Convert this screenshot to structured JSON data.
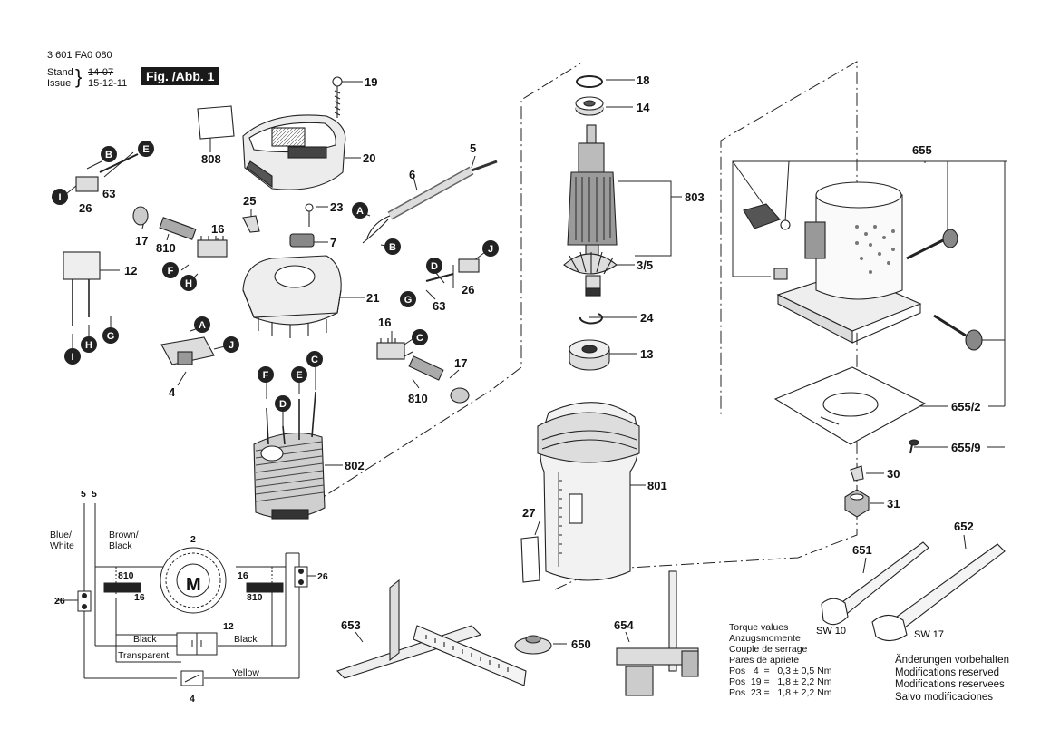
{
  "header": {
    "doc_number": "3 601 FA0 080",
    "stand_label": "Stand",
    "issue_label": "Issue",
    "stand_date_old": "14-07",
    "issue_date": "15-12-11",
    "fig_label": "Fig. /Abb. 1"
  },
  "part_numbers": {
    "p18": "18",
    "p14": "14",
    "p19": "19",
    "p20": "20",
    "p808": "808",
    "p5": "5",
    "p6": "6",
    "p803": "803",
    "p3_5": "3/5",
    "p655": "655",
    "p63a": "63",
    "p26a": "26",
    "p25": "25",
    "p23": "23",
    "p7": "7",
    "p16a": "16",
    "p17a": "17",
    "p810a": "810",
    "p12": "12",
    "p21": "21",
    "p63b": "63",
    "p26b": "26",
    "p24": "24",
    "p13": "13",
    "p16b": "16",
    "p4": "4",
    "p17b": "17",
    "p810b": "810",
    "p655_2": "655/2",
    "p655_9": "655/9",
    "p802": "802",
    "p801": "801",
    "p27": "27",
    "p30": "30",
    "p31": "31",
    "p652": "652",
    "p651": "651",
    "p653": "653",
    "p650": "650",
    "p654": "654"
  },
  "callouts": {
    "B1": "B",
    "E1": "E",
    "I1": "I",
    "A1": "A",
    "B2": "B",
    "F1": "F",
    "H1": "H",
    "D1": "D",
    "J1": "J",
    "G1": "G",
    "A2": "A",
    "J2": "J",
    "I2": "I",
    "H2": "H",
    "G2": "G",
    "C1": "C",
    "F2": "F",
    "E2": "E",
    "C2": "C",
    "D2": "D"
  },
  "wiring": {
    "top5a": "5",
    "top5b": "5",
    "blue_white": "Blue/\nWhite",
    "brown_black": "Brown/\nBlack",
    "num2": "2",
    "motor": "M",
    "l810": "810",
    "l16": "16",
    "r16": "16",
    "r810": "810",
    "left26": "26",
    "right26": "26",
    "num12": "12",
    "black_left": "Black",
    "black_right": "Black",
    "transparent": "Transparent",
    "yellow": "Yellow",
    "num4": "4"
  },
  "wrench_labels": {
    "sw10": "SW 10",
    "sw17": "SW 17"
  },
  "torque": {
    "title_lines": [
      "Torque values",
      "Anzugsmomente",
      "Couple de serrage",
      "Pares de apriete"
    ],
    "rows": [
      "Pos   4  =   0,3 ± 0,5 Nm",
      "Pos  19 =   1,8 ± 2,2 Nm",
      "Pos  23 =   1,8 ± 2,2 Nm"
    ]
  },
  "notes": [
    "Änderungen vorbehalten",
    "Modifications reserved",
    "Modifications reservees",
    "Salvo modificaciones"
  ]
}
